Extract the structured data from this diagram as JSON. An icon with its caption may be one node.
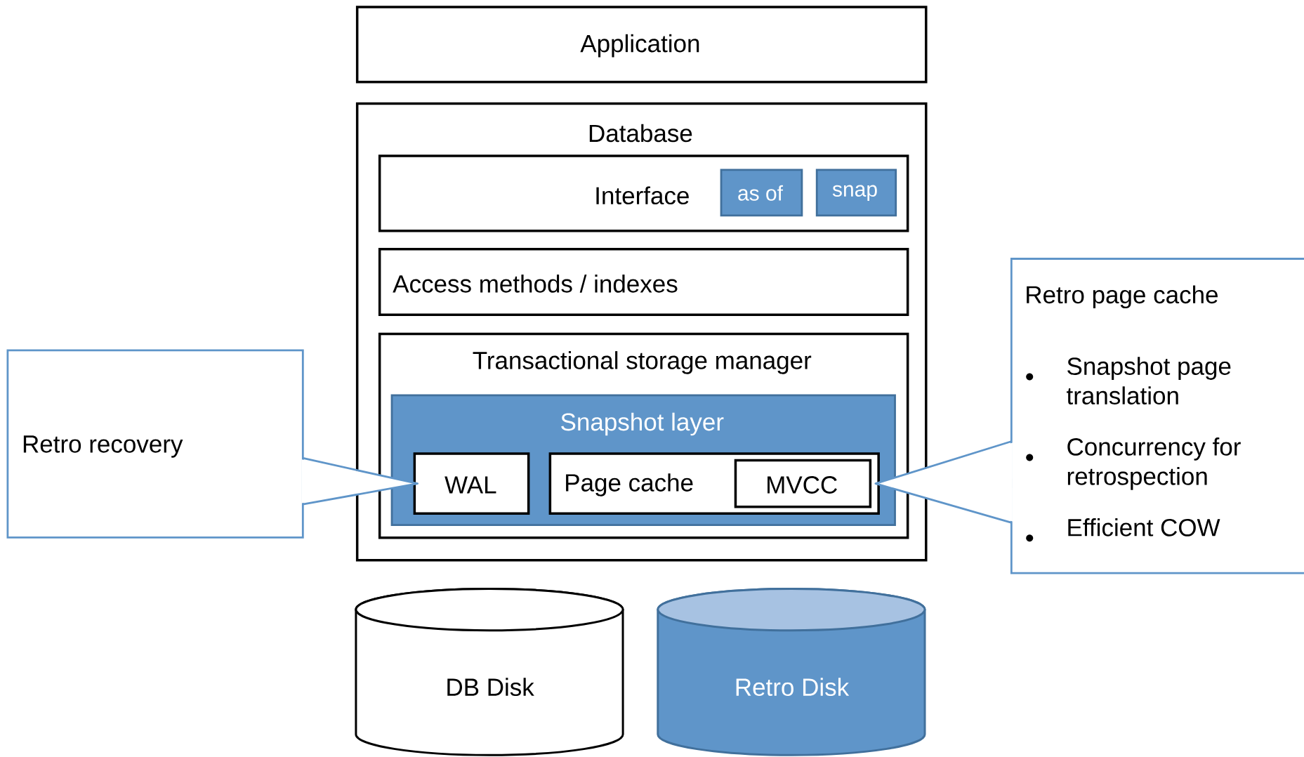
{
  "diagram": {
    "nodes": [
      {
        "text": [
          "Application"
        ]
      },
      {
        "text": [
          "Database"
        ]
      },
      {
        "text": [
          "Interface"
        ],
        "in": 1
      },
      {
        "text": [
          "as of"
        ],
        "in": 2
      },
      {
        "text": [
          "snap"
        ],
        "in": 2
      },
      {
        "text": [
          "Access methods / indexes"
        ],
        "in": 1
      },
      {
        "text": [
          "Transactional storage manager"
        ],
        "in": 1
      },
      {
        "text": [
          "Snapshot layer"
        ],
        "in": 6
      },
      {
        "text": [
          "WAL"
        ],
        "in": 7
      },
      {
        "text": [
          "Page cache"
        ],
        "in": 7
      },
      {
        "text": [
          "MVCC"
        ],
        "in": 9
      },
      {
        "text": [
          "DB Disk"
        ]
      },
      {
        "text": [
          "Retro Disk"
        ]
      },
      {
        "text": [
          "Retro recovery"
        ]
      },
      {
        "text": [
          "Retro page cache",
          "Snapshot page translation",
          "Concurrency for retrospection",
          "Efficient COW"
        ]
      }
    ],
    "edges": [
      {
        "from": 13,
        "to": 8,
        "arrow": "none",
        "color": "#5f95c9"
      },
      {
        "from": 14,
        "to": 9,
        "arrow": "none",
        "color": "#5f95c9"
      }
    ]
  }
}
